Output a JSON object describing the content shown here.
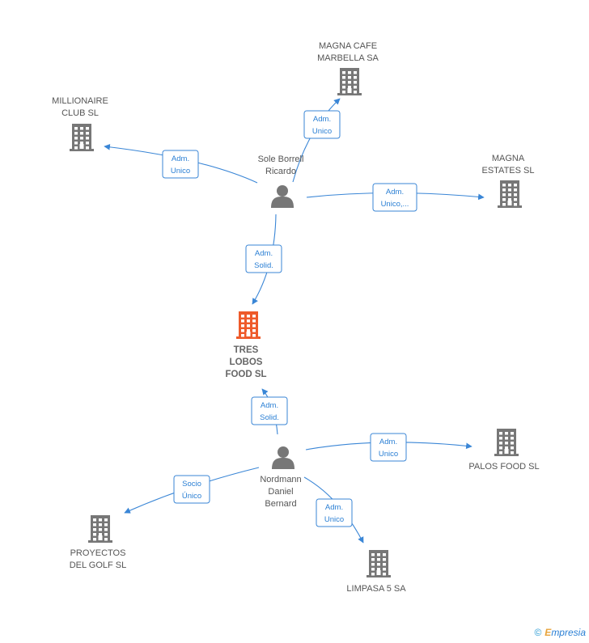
{
  "colors": {
    "edge": "#3a86d6",
    "building": "#777777",
    "building_main": "#ee5a2a",
    "person": "#777777"
  },
  "nodes": [
    {
      "id": "sole",
      "kind": "person",
      "lines": [
        "Sole Borrell",
        "Ricardo"
      ],
      "icon": "person-icon"
    },
    {
      "id": "nord",
      "kind": "person",
      "lines": [
        "Nordmann",
        "Daniel",
        "Bernard"
      ],
      "icon": "person-icon"
    },
    {
      "id": "tres",
      "kind": "company-main",
      "lines": [
        "TRES",
        "LOBOS",
        "FOOD SL"
      ],
      "icon": "building-icon"
    },
    {
      "id": "magna_cafe",
      "kind": "company",
      "lines": [
        "MAGNA CAFE",
        "MARBELLA SA"
      ],
      "icon": "building-icon"
    },
    {
      "id": "millionaire",
      "kind": "company",
      "lines": [
        "MILLIONAIRE",
        "CLUB SL"
      ],
      "icon": "building-icon"
    },
    {
      "id": "magna_estates",
      "kind": "company",
      "lines": [
        "MAGNA",
        "ESTATES SL"
      ],
      "icon": "building-icon"
    },
    {
      "id": "palos",
      "kind": "company",
      "lines": [
        "PALOS FOOD SL"
      ],
      "icon": "building-icon"
    },
    {
      "id": "proyectos",
      "kind": "company",
      "lines": [
        "PROYECTOS",
        "DEL GOLF SL"
      ],
      "icon": "building-icon"
    },
    {
      "id": "limpasa",
      "kind": "company",
      "lines": [
        "LIMPASA 5 SA"
      ],
      "icon": "building-icon"
    }
  ],
  "edges": [
    {
      "from": "sole",
      "to": "magna_cafe",
      "lines": [
        "Adm.",
        "Unico"
      ]
    },
    {
      "from": "sole",
      "to": "millionaire",
      "lines": [
        "Adm.",
        "Unico"
      ]
    },
    {
      "from": "sole",
      "to": "magna_estates",
      "lines": [
        "Adm.",
        "Unico,..."
      ]
    },
    {
      "from": "sole",
      "to": "tres",
      "lines": [
        "Adm.",
        "Solid."
      ]
    },
    {
      "from": "nord",
      "to": "tres",
      "lines": [
        "Adm.",
        "Solid."
      ]
    },
    {
      "from": "nord",
      "to": "palos",
      "lines": [
        "Adm.",
        "Unico"
      ]
    },
    {
      "from": "nord",
      "to": "proyectos",
      "lines": [
        "Socio",
        "Único"
      ]
    },
    {
      "from": "nord",
      "to": "limpasa",
      "lines": [
        "Adm.",
        "Unico"
      ]
    }
  ],
  "footer": {
    "copyright_symbol": "©",
    "brand_initial": "E",
    "brand_rest": "mpresia"
  }
}
